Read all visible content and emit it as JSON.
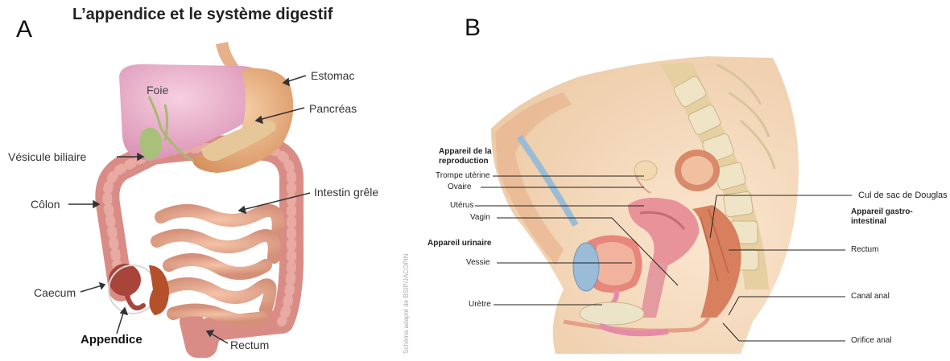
{
  "panel_a": {
    "letter": "A",
    "title": "L’appendice et le système digestif",
    "labels": {
      "foie": "Foie",
      "estomac": "Estomac",
      "pancreas": "Pancréas",
      "vesicule": "Vésicule biliaire",
      "colon": "Côlon",
      "intestin": "Intestin grêle",
      "caecum": "Caecum",
      "appendice": "Appendice",
      "rectum": "Rectum"
    }
  },
  "panel_b": {
    "letter": "B",
    "credit": "Schéma adapté de BSIP/JACOPIN",
    "labels": {
      "appareil_reproduction": "Appareil de la reproduction",
      "trompe": "Trompe utérine",
      "ovaire": "Ovaire",
      "uterus": "Utérus",
      "vagin": "Vagin",
      "appareil_urinaire": "Appareil urinaire",
      "vessie": "Vessie",
      "uretre": "Urètre",
      "cul_de_sac": "Cul de sac de Douglas",
      "appareil_gastro": "Appareil gastro-intestinal",
      "rectum": "Rectum",
      "canal_anal": "Canal anal",
      "orifice_anal": "Orifice anal"
    }
  },
  "colors": {
    "liver": "#e7a9c4",
    "stomach": "#e7b48c",
    "intestine": "#e2a48c",
    "colon": "#d88a84",
    "appendix": "#b7431f",
    "skin": "#f3d6b8",
    "uterus": "#e8939a",
    "bladder": "#9bbcd6",
    "bone": "#ece4c8"
  }
}
